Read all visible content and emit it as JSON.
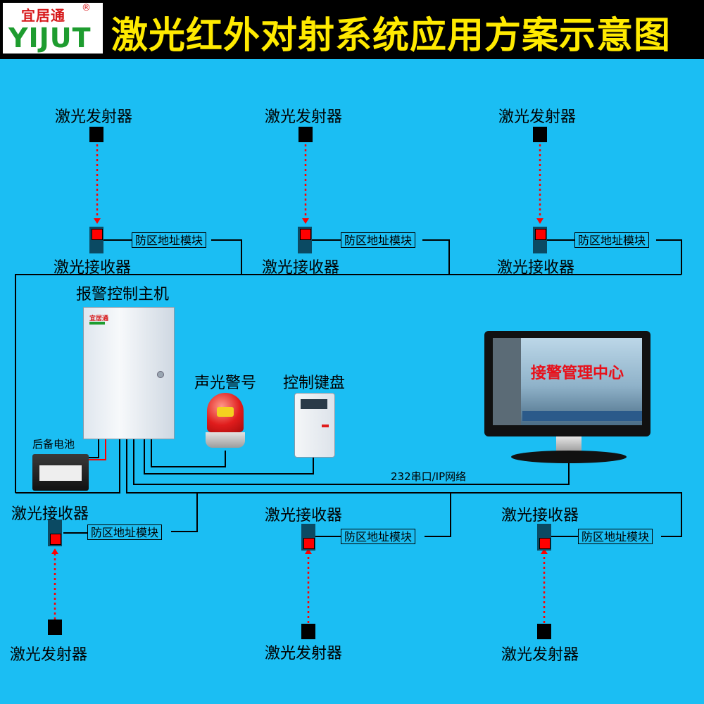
{
  "header": {
    "logo_cn": "宜居通",
    "logo_en": "YIJUT",
    "logo_reg": "®",
    "title": "激光红外对射系统应用方案示意图"
  },
  "labels": {
    "emitter": "激光发射器",
    "receiver": "激光接收器",
    "module": "防区地址模块",
    "controller": "报警控制主机",
    "controller_brand": "宜居通",
    "siren": "声光警号",
    "keypad": "控制键盘",
    "battery": "后备电池",
    "network": "232串口/IP网络",
    "center": "接警管理中心"
  },
  "colors": {
    "background": "#1bbef3",
    "header_bg": "#000000",
    "title": "#ffea00",
    "beam": "#ff0000",
    "center_text": "#e8101a"
  }
}
